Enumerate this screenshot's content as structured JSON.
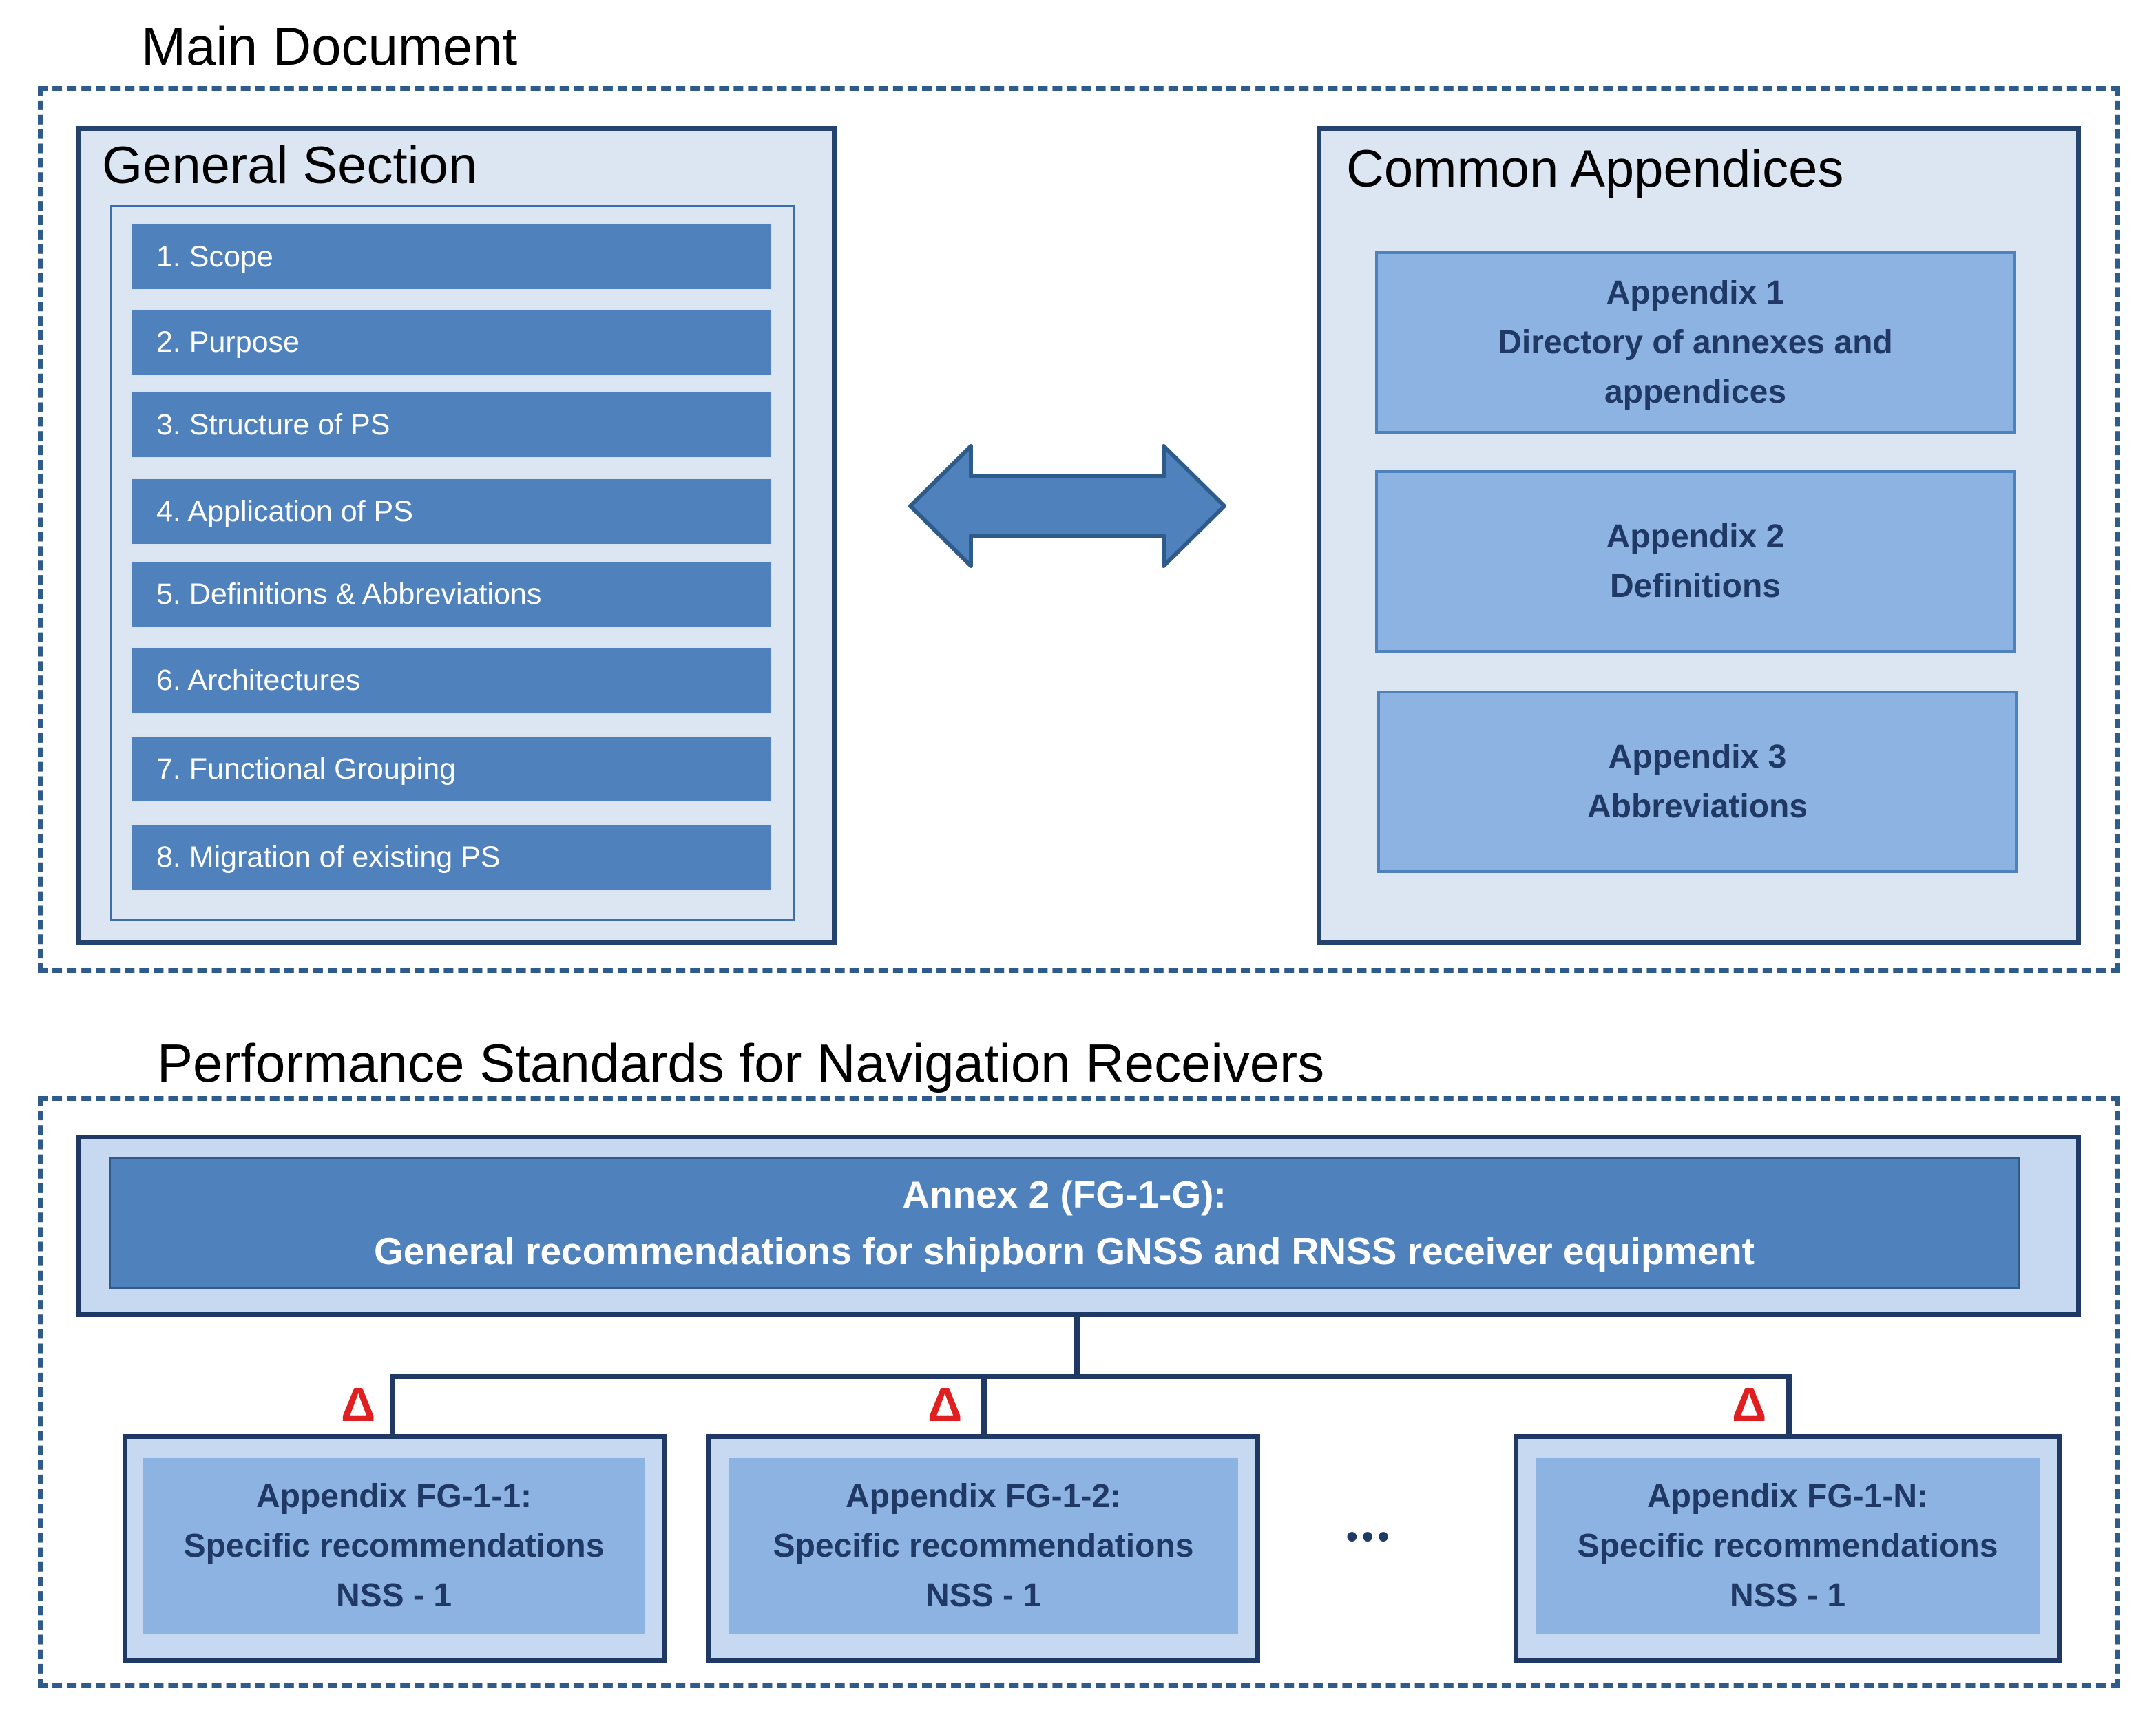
{
  "main_document": {
    "title": "Main Document",
    "general_section": {
      "title": "General Section",
      "items": [
        "1. Scope",
        "2. Purpose",
        "3. Structure of PS",
        "4. Application of PS",
        "5. Definitions & Abbreviations",
        "6. Architectures",
        "7. Functional Grouping",
        "8. Migration of existing PS"
      ]
    },
    "common_appendices": {
      "title": "Common Appendices",
      "appendices": [
        {
          "lines": [
            "Appendix 1",
            "Directory of annexes and",
            "appendices"
          ]
        },
        {
          "lines": [
            "Appendix 2",
            "Definitions"
          ]
        },
        {
          "lines": [
            "Appendix 3",
            "Abbreviations"
          ]
        }
      ]
    }
  },
  "performance_standards": {
    "title": "Performance Standards for Navigation Receivers",
    "annex": {
      "line1": "Annex 2 (FG-1-G):",
      "line2": "General recommendations for shipborn GNSS and RNSS receiver equipment"
    },
    "delta_symbol": "Δ",
    "ellipsis": "•••",
    "fg_appendices": [
      {
        "line1": "Appendix FG-1-1:",
        "line2": "Specific recommendations",
        "line3": "NSS - 1"
      },
      {
        "line1": "Appendix FG-1-2:",
        "line2": "Specific recommendations",
        "line3": "NSS - 1"
      },
      {
        "line1": "Appendix FG-1-N:",
        "line2": "Specific recommendations",
        "line3": "NSS - 1"
      }
    ]
  },
  "colors": {
    "dark_navy": "#1f3864",
    "item_blue": "#4f81bd",
    "light_blue": "#8db3e2",
    "panel_bg": "#dce6f2",
    "delta_red": "#e02020"
  }
}
